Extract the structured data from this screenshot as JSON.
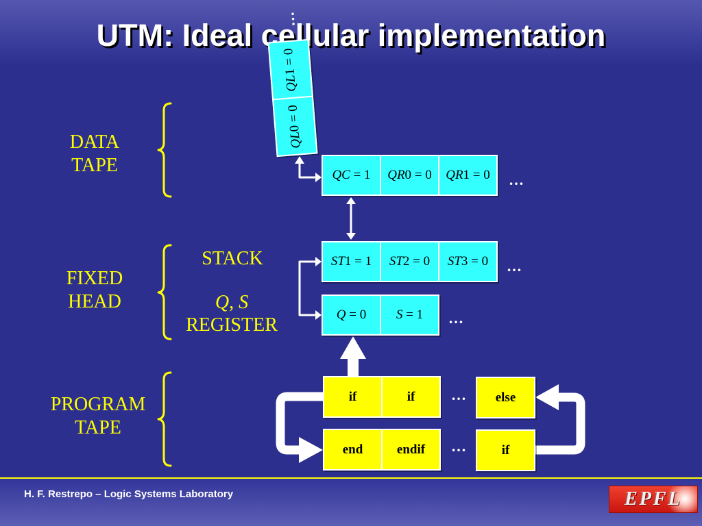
{
  "title": "UTM: Ideal cellular implementation",
  "left_labels": {
    "data_tape": [
      "DATA",
      "TAPE"
    ],
    "fixed_head": [
      "FIXED",
      "HEAD"
    ],
    "program_tape": [
      "PROGRAM",
      "TAPE"
    ]
  },
  "middle_labels": {
    "stack": "STACK",
    "register_q": "Q",
    "register_separator": ", ",
    "register_s": "S",
    "register": "REGISTER"
  },
  "left_tape": {
    "more": "…",
    "cells": [
      {
        "var": "QL",
        "rest": "1 = 0"
      },
      {
        "var": "QL",
        "rest": "0 = 0"
      }
    ]
  },
  "data_tape": {
    "cells": [
      {
        "var": "QC",
        "rest": " = 1"
      },
      {
        "var": "QR",
        "rest": "0 = 0"
      },
      {
        "var": "QR",
        "rest": "1 = 0"
      }
    ],
    "more": "…"
  },
  "stack": {
    "cells": [
      {
        "var": "ST",
        "rest": "1 = 1"
      },
      {
        "var": "ST",
        "rest": "2 = 0"
      },
      {
        "var": "ST",
        "rest": "3 = 0"
      }
    ],
    "more": "…"
  },
  "register": {
    "cells": [
      {
        "var": "Q",
        "rest": " = 0"
      },
      {
        "var": "S",
        "rest": " = 1"
      }
    ],
    "more": "…"
  },
  "program_tape": {
    "top_row": {
      "cells": [
        "if",
        "if"
      ],
      "more": "…",
      "last": "else"
    },
    "bottom_row": {
      "cells": [
        "end",
        "endif"
      ],
      "more": "…",
      "last": "if"
    }
  },
  "footer": {
    "credit": "H. F. Restrepo – Logic Systems Laboratory",
    "logo_text": "EPFL"
  },
  "colors": {
    "background": "#2d2f8e",
    "label_yellow": "#ffff00",
    "tape_cyan": "#33ffff",
    "program_yellow": "#ffff00",
    "arrow_white": "#ffffff",
    "footer_rule": "#ffff00",
    "logo_red": "#e2231a"
  }
}
